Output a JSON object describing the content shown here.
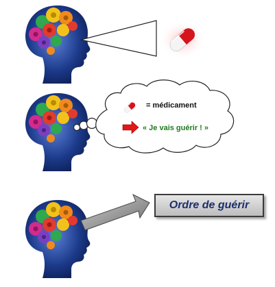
{
  "cloud": {
    "medicament_label": "= médicament",
    "heal_label": "« Je vais guérir ! »"
  },
  "order_box": {
    "label": "Ordre de guérir"
  },
  "colors": {
    "head": "#1c3a8a",
    "pill_red": "#d6141c",
    "arrow_red": "#e01818",
    "heal_text": "#1f7a1f",
    "order_text": "#1b2f6a",
    "arrow_gray": "#8a8a8a"
  },
  "icons": [
    "brain-head-icon",
    "pill-icon",
    "red-arrow-icon",
    "thought-cloud",
    "gray-arrow-icon"
  ]
}
